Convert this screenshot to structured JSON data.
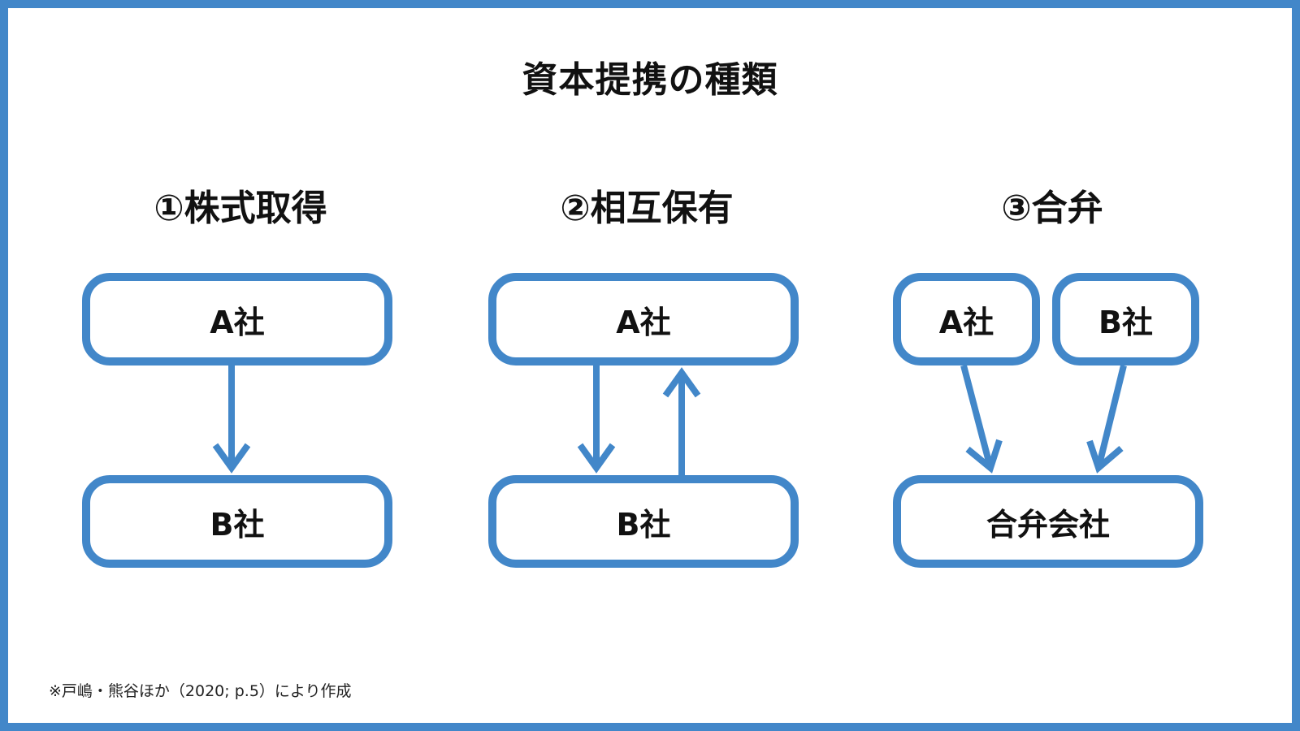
{
  "title": "資本提携の種類",
  "sections": [
    {
      "heading": "①株式取得",
      "boxes": [
        "A社",
        "B社"
      ]
    },
    {
      "heading": "②相互保有",
      "boxes": [
        "A社",
        "B社"
      ]
    },
    {
      "heading": "③合弁",
      "boxes": [
        "A社",
        "B社",
        "合弁会社"
      ]
    }
  ],
  "footnote": "※戸嶋・熊谷ほか（2020; p.5）により作成",
  "colors": {
    "accent": "#4287c9",
    "text": "#111111",
    "background": "#ffffff"
  }
}
